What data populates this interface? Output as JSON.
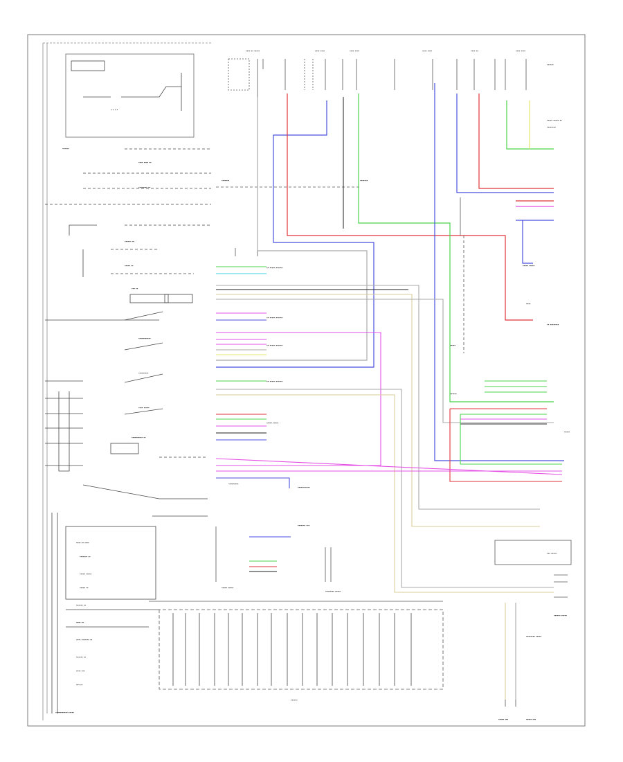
{
  "diagram": {
    "title": "",
    "page_code": "",
    "colors": {
      "black": "#1f1f1f",
      "gray": "#a9a9a9",
      "blue": "#4a4fe0",
      "red": "#e0333a",
      "green": "#49d449",
      "pink": "#e64fe6",
      "tan": "#d8cf9a",
      "cyan": "#3fd0e0",
      "yellow": "#e6e46a"
    },
    "wire_colors_legend": [
      "black",
      "gray",
      "blue",
      "red",
      "green",
      "pink",
      "tan",
      "cyan",
      "yellow"
    ]
  }
}
